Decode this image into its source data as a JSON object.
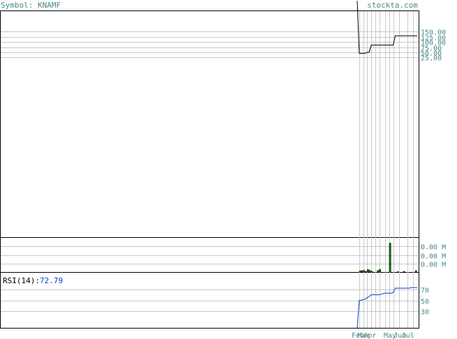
{
  "header": {
    "symbol_label": "Symbol: KNAMF",
    "brand": "stockta.com"
  },
  "rsi": {
    "label": "RSI(14):",
    "value": "72.79"
  },
  "colors": {
    "text": "#4a8a8a",
    "grid": "#c8c8c8",
    "frame": "#000000",
    "price_line": "#000000",
    "rsi_line": "#0b3fd0",
    "volume_up": "#006e00",
    "volume_down": "#c00000",
    "rsi_value": "#0b3fd0"
  },
  "chart_data": [
    {
      "type": "line",
      "panel": "price",
      "title": "",
      "y_ticks": [
        "150.00",
        "125.00",
        "100.00",
        "75.00",
        "50.00",
        "25.00"
      ],
      "y_tick_values": [
        150,
        125,
        100,
        75,
        50,
        25
      ],
      "ylim": [
        -850,
        250
      ],
      "series": [
        {
          "x": [
            0,
            1,
            2,
            3,
            4,
            5,
            6,
            7,
            8,
            9,
            10,
            11,
            12,
            13,
            14,
            15,
            16,
            17,
            18,
            19,
            20,
            21,
            22,
            23,
            24,
            25,
            26,
            27,
            28,
            29,
            30
          ],
          "values": [
            300,
            45,
            45,
            45,
            45,
            50,
            50,
            85,
            85,
            85,
            85,
            85,
            85,
            85,
            85,
            85,
            85,
            85,
            85,
            130,
            130,
            130,
            130,
            130,
            130,
            130,
            130,
            130,
            130,
            130,
            130
          ]
        }
      ],
      "grid": true
    },
    {
      "type": "bar",
      "panel": "volume",
      "y_ticks": [
        "0.00 M",
        "0.00 M",
        "0.00 M"
      ],
      "y_tick_fractions": [
        0.75,
        0.5,
        0.25
      ],
      "values": [
        0,
        0.03,
        0.05,
        0.05,
        0.02,
        0.08,
        0.05,
        0.02,
        0,
        0,
        0.05,
        0.08,
        0,
        0,
        0,
        0,
        0.85,
        0,
        0,
        0,
        0.01,
        0,
        0,
        0.02,
        0,
        0,
        0,
        0,
        0,
        0.04
      ],
      "down": [
        false,
        false,
        false,
        true,
        false,
        false,
        false,
        true,
        false,
        false,
        false,
        false,
        false,
        false,
        false,
        false,
        false,
        false,
        false,
        false,
        false,
        false,
        false,
        false,
        false,
        false,
        false,
        false,
        false,
        false
      ],
      "grid": true
    },
    {
      "type": "line",
      "panel": "rsi",
      "y_ticks": [
        "70",
        "50",
        "30"
      ],
      "y_tick_values": [
        70,
        50,
        30
      ],
      "ylim": [
        0,
        100
      ],
      "series": [
        {
          "x": [
            0,
            1,
            2,
            3,
            4,
            5,
            6,
            7,
            8,
            9,
            10,
            11,
            12,
            13,
            14,
            15,
            16,
            17,
            18,
            19,
            20,
            21,
            22,
            23,
            24,
            25,
            26,
            27,
            28,
            29,
            30
          ],
          "values": [
            0,
            50,
            50,
            51,
            52,
            55,
            57,
            60,
            60,
            60,
            60,
            60,
            61,
            62,
            63,
            63,
            63,
            63,
            64,
            72,
            72,
            72,
            72,
            72,
            72,
            72,
            72,
            73,
            73,
            73,
            73
          ]
        }
      ],
      "grid": true
    }
  ],
  "x_axis": {
    "labels": [
      "Feb",
      "Mar",
      "Apr",
      "May",
      "Jun",
      "Jul"
    ],
    "label_index": [
      0,
      3,
      6,
      16,
      21,
      25
    ]
  }
}
